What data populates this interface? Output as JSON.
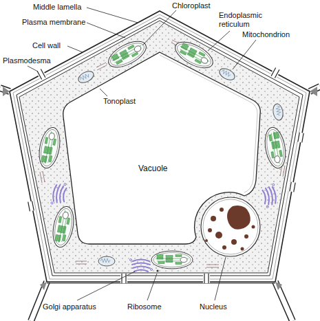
{
  "diagram": {
    "nodes": [
      {
        "text": [
          "Vacuole"
        ]
      }
    ],
    "labels": [
      "Chloroplast",
      "Middle lamella",
      "Endoplasmic reticulum",
      "Plasma membrane",
      "Mitochondrion",
      "Cell wall",
      "Plasmodesma",
      "Tonoplast",
      "Golgi apparatus",
      "Ribosome",
      "Nucleus"
    ]
  }
}
